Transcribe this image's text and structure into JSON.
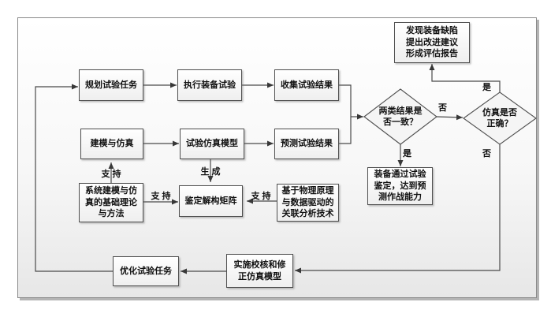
{
  "diagram": {
    "nodes": {
      "plan": {
        "text": "规划试验任务"
      },
      "execute": {
        "text": "执行装备试验"
      },
      "collect": {
        "text": "收集试验结果"
      },
      "modeling": {
        "text": "建模与仿真"
      },
      "sim_model": {
        "text": "试验仿真模型"
      },
      "predict": {
        "text": "预测试验结果"
      },
      "defect_report": {
        "lines": [
          "发现装备缺陷",
          "提出改进建议",
          "形成评估报告"
        ]
      },
      "theory": {
        "lines": [
          "系统建模与仿",
          "真的基础理论",
          "与方法"
        ]
      },
      "matrix": {
        "text": "鉴定解构矩阵"
      },
      "correlation": {
        "lines": [
          "基于物理原理",
          "与数据驱动的",
          "关联分析技术"
        ]
      },
      "qualified": {
        "lines": [
          "装备通过试验",
          "鉴定，达到预",
          "测作战能力"
        ]
      },
      "optimize": {
        "text": "优化试验任务"
      },
      "implement": {
        "lines": [
          "实施校核和修",
          "正仿真模型"
        ]
      },
      "decision_consistent": {
        "lines": [
          "两类结果是",
          "否一致？"
        ]
      },
      "decision_correct": {
        "lines": [
          "仿真是否",
          "正确？"
        ]
      }
    },
    "edge_labels": {
      "yes1": "是",
      "no1": "否",
      "yes2": "是",
      "no2": "否",
      "support_up": "支 持",
      "support_left": "支 持",
      "support_right": "支 持",
      "generate": "生 成"
    },
    "colors": {
      "line": "#4a4a4a",
      "box_border": "#4f4f4f",
      "frame_border": "#8a8a8a",
      "background": "#ffffff",
      "text": "#111111"
    }
  }
}
